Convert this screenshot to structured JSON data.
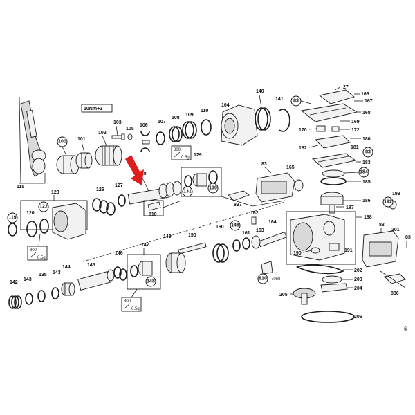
{
  "callout_box": "10Nm+2",
  "grease_800": "800",
  "grease_weight": "0.5g",
  "oil_volume": "70ml",
  "copyright": "©",
  "labels": {
    "p27": "27",
    "p166": "166",
    "p167": "167",
    "p168": "168",
    "p83a": "83",
    "p169": "169",
    "p170": "170",
    "p172": "172",
    "p180": "180",
    "p181": "181",
    "p182": "182",
    "p83b": "83",
    "p183": "183",
    "p184": "184",
    "p185": "185",
    "p186": "186",
    "p187": "187",
    "p188": "188",
    "p193": "193",
    "p192": "192",
    "p83c": "83",
    "p201": "201",
    "p83d": "83",
    "p190": "190",
    "p191": "191",
    "p202": "202",
    "p203": "203",
    "p204": "204",
    "p205": "205",
    "p206": "206",
    "p836": "836",
    "p140": "140",
    "p141": "141",
    "p104": "104",
    "p110": "110",
    "p109": "109",
    "p108": "108",
    "p107": "107",
    "p106": "106",
    "p105": "105",
    "p103": "103",
    "p102": "102",
    "p101": "101",
    "p100": "100",
    "p115": "115",
    "p129": "129",
    "p83e": "83",
    "p165": "165",
    "p131": "131",
    "p130": "130",
    "p837": "837",
    "p123": "123",
    "p126": "126",
    "p127": "127",
    "p128": "128",
    "p810a": "810",
    "p120": "120",
    "p122": "122",
    "p119": "119",
    "p162": "162",
    "p163": "163",
    "p164": "164",
    "p148a": "148",
    "p161": "161",
    "p160": "160",
    "p150": "150",
    "p149": "149",
    "p147": "147",
    "p148b": "148",
    "p146": "146",
    "p145": "145",
    "p144": "144",
    "p143a": "143",
    "p135": "135",
    "p143b": "143",
    "p142": "142",
    "p810b": "810"
  }
}
